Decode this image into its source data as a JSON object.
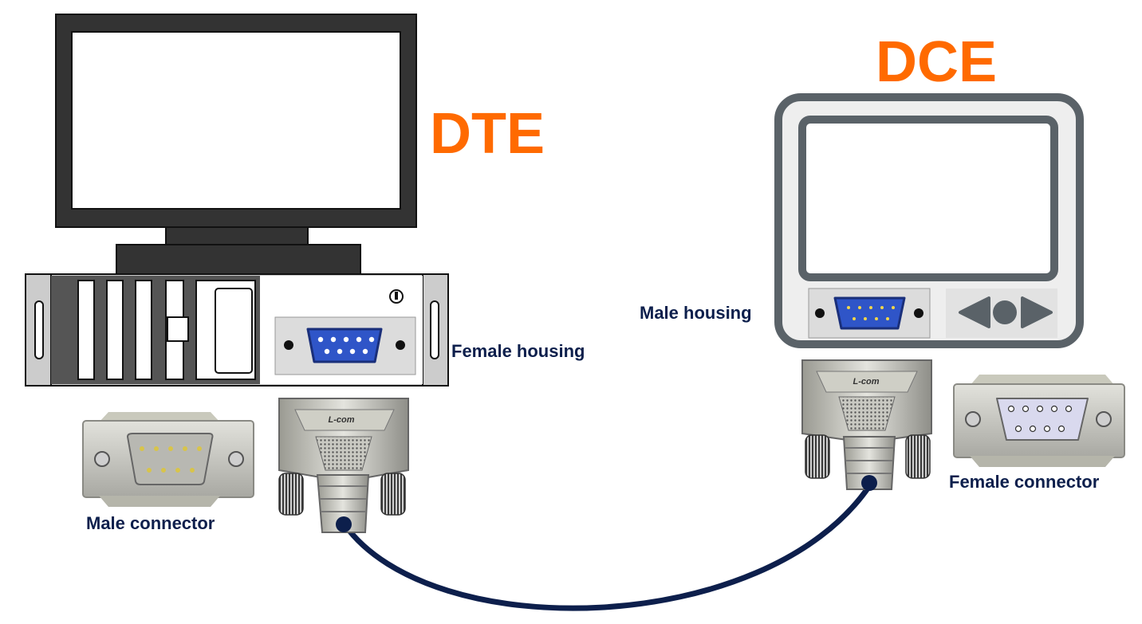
{
  "labels": {
    "dte": "DTE",
    "dce": "DCE",
    "female_housing": "Female housing",
    "male_housing": "Male housing",
    "male_connector": "Male connector",
    "female_connector": "Female connector",
    "brand": "L-com"
  },
  "colors": {
    "accent": "#ff6a00",
    "label_text": "#0d1f4c",
    "cable": "#0d1f4c",
    "port_blue": "#2f55c8"
  }
}
